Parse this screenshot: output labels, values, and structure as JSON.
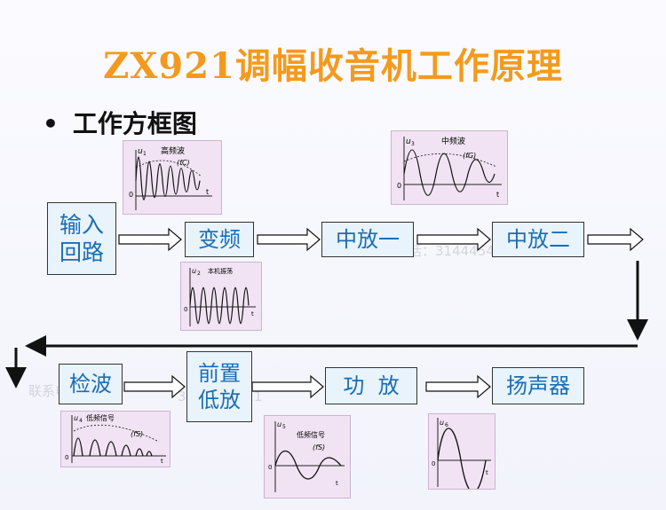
{
  "title": "ZX921调幅收音机工作原理",
  "bullet": "工作方框图",
  "blocks": {
    "input": [
      "输入",
      "回路"
    ],
    "mixer": "变频",
    "if1": "中放一",
    "if2": "中放二",
    "detector": "检波",
    "preamp": [
      "前置",
      "低放"
    ],
    "power_amp": "功  放",
    "speaker": "扬声器"
  },
  "waves": {
    "u1": {
      "var": "u",
      "sub": "1",
      "label": "高频波",
      "freq": "(fC)",
      "axis_t": "t",
      "origin": "0"
    },
    "u2": {
      "var": "u",
      "sub": "2",
      "label": "本机振荡",
      "axis_t": "t",
      "origin": "0"
    },
    "u3": {
      "var": "u",
      "sub": "3",
      "label": "中频波",
      "freq": "(fG)",
      "axis_t": "t",
      "origin": "0"
    },
    "u4": {
      "var": "u",
      "sub": "4",
      "label": "低频信号",
      "freq": "(fS)",
      "axis_t": "t",
      "origin": "0"
    },
    "u5": {
      "var": "u",
      "sub": "5",
      "label": "低频信号",
      "freq": "(fS)",
      "axis_t": "t",
      "origin": "0"
    },
    "u6": {
      "var": "u",
      "sub": "6",
      "axis_t": "t",
      "origin": "0"
    }
  },
  "watermark": {
    "line1": "联系电话：",
    "line2": "联系电话：3144454911",
    "number": "3144454911"
  },
  "colors": {
    "title": "#f39a1e",
    "box_text": "#1a6db4",
    "box_fill": "#e8f3fb",
    "wave_bg": "#f1e3f3"
  }
}
